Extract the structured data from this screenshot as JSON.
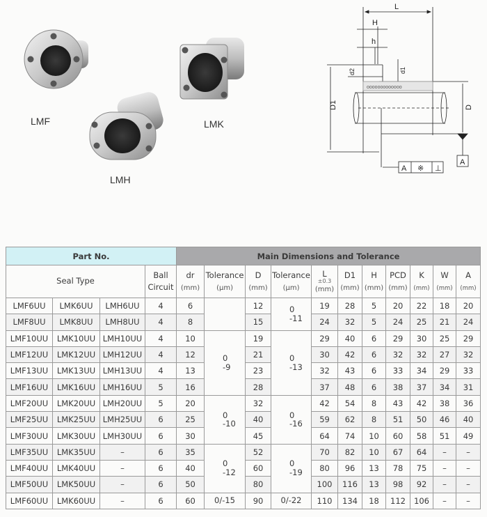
{
  "products": [
    {
      "label": "LMF",
      "shape": "round-flange"
    },
    {
      "label": "LMH",
      "shape": "oval-flange"
    },
    {
      "label": "LMK",
      "shape": "square-flange"
    }
  ],
  "diagram": {
    "dims": [
      "L",
      "H",
      "h",
      "d2",
      "d1",
      "D1",
      "D"
    ],
    "datum": "A",
    "tolerance_frame": [
      "A",
      "※",
      "⊥"
    ]
  },
  "table": {
    "header_part": "Part No.",
    "header_main": "Main Dimensions and Tolerance",
    "columns": {
      "seal_type": "Seal Type",
      "ball": "Ball",
      "circuit": "Circuit",
      "dr": "dr",
      "tolerance": "Tolerance",
      "um": "(μm)",
      "mm": "(mm)",
      "D": "D",
      "L": "L",
      "L_tol": "±0.3",
      "D1": "D1",
      "H": "H",
      "PCD": "PCD",
      "K": "K",
      "W": "W",
      "A": "A"
    },
    "rows": [
      {
        "lmf": "LMF6UU",
        "lmk": "LMK6UU",
        "lmh": "LMH6UU",
        "ball": "4",
        "dr": "6",
        "D": "12",
        "L": "19",
        "D1": "28",
        "H": "5",
        "PCD": "20",
        "K": "22",
        "W": "18",
        "A": "20"
      },
      {
        "lmf": "LMF8UU",
        "lmk": "LMK8UU",
        "lmh": "LMH8UU",
        "ball": "4",
        "dr": "8",
        "D": "15",
        "L": "24",
        "D1": "32",
        "H": "5",
        "PCD": "24",
        "K": "25",
        "W": "21",
        "A": "24"
      },
      {
        "lmf": "LMF10UU",
        "lmk": "LMK10UU",
        "lmh": "LMH10UU",
        "ball": "4",
        "dr": "10",
        "D": "19",
        "L": "29",
        "D1": "40",
        "H": "6",
        "PCD": "29",
        "K": "30",
        "W": "25",
        "A": "29"
      },
      {
        "lmf": "LMF12UU",
        "lmk": "LMK12UU",
        "lmh": "LMH12UU",
        "ball": "4",
        "dr": "12",
        "D": "21",
        "L": "30",
        "D1": "42",
        "H": "6",
        "PCD": "32",
        "K": "32",
        "W": "27",
        "A": "32"
      },
      {
        "lmf": "LMF13UU",
        "lmk": "LMK13UU",
        "lmh": "LMH13UU",
        "ball": "4",
        "dr": "13",
        "D": "23",
        "L": "32",
        "D1": "43",
        "H": "6",
        "PCD": "33",
        "K": "34",
        "W": "29",
        "A": "33"
      },
      {
        "lmf": "LMF16UU",
        "lmk": "LMK16UU",
        "lmh": "LMH16UU",
        "ball": "5",
        "dr": "16",
        "D": "28",
        "L": "37",
        "D1": "48",
        "H": "6",
        "PCD": "38",
        "K": "37",
        "W": "34",
        "A": "31"
      },
      {
        "lmf": "LMF20UU",
        "lmk": "LMK20UU",
        "lmh": "LMH20UU",
        "ball": "5",
        "dr": "20",
        "D": "32",
        "L": "42",
        "D1": "54",
        "H": "8",
        "PCD": "43",
        "K": "42",
        "W": "38",
        "A": "36"
      },
      {
        "lmf": "LMF25UU",
        "lmk": "LMK25UU",
        "lmh": "LMH25UU",
        "ball": "6",
        "dr": "25",
        "D": "40",
        "L": "59",
        "D1": "62",
        "H": "8",
        "PCD": "51",
        "K": "50",
        "W": "46",
        "A": "40"
      },
      {
        "lmf": "LMF30UU",
        "lmk": "LMK30UU",
        "lmh": "LMH30UU",
        "ball": "6",
        "dr": "30",
        "D": "45",
        "L": "64",
        "D1": "74",
        "H": "10",
        "PCD": "60",
        "K": "58",
        "W": "51",
        "A": "49"
      },
      {
        "lmf": "LMF35UU",
        "lmk": "LMK35UU",
        "lmh": "–",
        "ball": "6",
        "dr": "35",
        "D": "52",
        "L": "70",
        "D1": "82",
        "H": "10",
        "PCD": "67",
        "K": "64",
        "W": "–",
        "A": "–"
      },
      {
        "lmf": "LMF40UU",
        "lmk": "LMK40UU",
        "lmh": "–",
        "ball": "6",
        "dr": "40",
        "D": "60",
        "L": "80",
        "D1": "96",
        "H": "13",
        "PCD": "78",
        "K": "75",
        "W": "–",
        "A": "–"
      },
      {
        "lmf": "LMF50UU",
        "lmk": "LMK50UU",
        "lmh": "–",
        "ball": "6",
        "dr": "50",
        "D": "80",
        "L": "100",
        "D1": "116",
        "H": "13",
        "PCD": "98",
        "K": "92",
        "W": "–",
        "A": "–"
      },
      {
        "lmf": "LMF60UU",
        "lmk": "LMK60UU",
        "lmh": "–",
        "ball": "6",
        "dr": "60",
        "D": "90",
        "L": "110",
        "D1": "134",
        "H": "18",
        "PCD": "112",
        "K": "106",
        "W": "–",
        "A": "–"
      }
    ],
    "dr_tolerance_groups": [
      {
        "rows": 2,
        "upper": "",
        "lower": ""
      },
      {
        "rows": 4,
        "upper": "0",
        "lower": "-9"
      },
      {
        "rows": 3,
        "upper": "0",
        "lower": "-10"
      },
      {
        "rows": 3,
        "upper": "0",
        "lower": "-12"
      },
      {
        "rows": 1,
        "upper": "",
        "lower": "0/-15"
      }
    ],
    "D_tolerance_groups": [
      {
        "rows": 2,
        "upper": "0",
        "lower": "-11"
      },
      {
        "rows": 4,
        "upper": "0",
        "lower": "-13"
      },
      {
        "rows": 3,
        "upper": "0",
        "lower": "-16"
      },
      {
        "rows": 3,
        "upper": "0",
        "lower": "-19"
      },
      {
        "rows": 1,
        "upper": "",
        "lower": "0/-22"
      }
    ]
  }
}
